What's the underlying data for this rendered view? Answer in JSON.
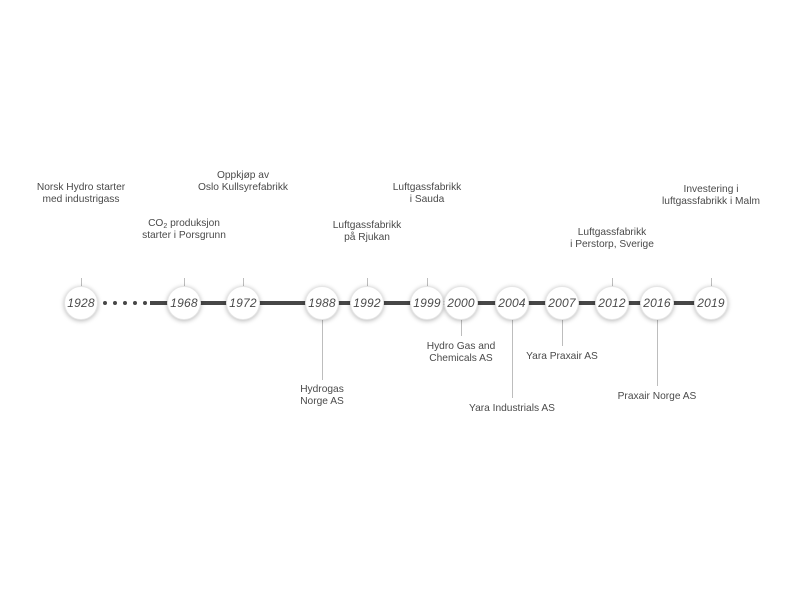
{
  "timeline": {
    "events": [
      {
        "year": "1928",
        "lines": [
          "Norsk Hydro starter",
          "med industrigass"
        ],
        "position": "above"
      },
      {
        "year": "1968",
        "lines": [
          "CO2 produksjon",
          "starter i Porsgrunn"
        ],
        "position": "above"
      },
      {
        "year": "1972",
        "lines": [
          "Oppkjøp av",
          "Oslo Kullsyrefabrikk"
        ],
        "position": "above"
      },
      {
        "year": "1988",
        "lines": [
          "Hydrogas",
          "Norge AS"
        ],
        "position": "below"
      },
      {
        "year": "1992",
        "lines": [
          "Luftgassfabrikk",
          "på Rjukan"
        ],
        "position": "above"
      },
      {
        "year": "1999",
        "lines": [
          "Luftgassfabrikk",
          "i Sauda"
        ],
        "position": "above"
      },
      {
        "year": "2000",
        "lines": [
          "Hydro Gas and",
          "Chemicals AS"
        ],
        "position": "below"
      },
      {
        "year": "2004",
        "lines": [
          "Yara Industrials AS"
        ],
        "position": "below"
      },
      {
        "year": "2007",
        "lines": [
          "Yara Praxair AS"
        ],
        "position": "below"
      },
      {
        "year": "2012",
        "lines": [
          "Luftgassfabrikk",
          "i Perstorp, Sverige"
        ],
        "position": "above"
      },
      {
        "year": "2016",
        "lines": [
          "Praxair Norge AS"
        ],
        "position": "below"
      },
      {
        "year": "2019",
        "lines": [
          "Investering i",
          "luftgassfabrikk i Malm"
        ],
        "position": "above"
      }
    ]
  },
  "colors": {
    "line": "#474747",
    "connector": "#bdbdbd",
    "text": "#4a4a4a"
  }
}
